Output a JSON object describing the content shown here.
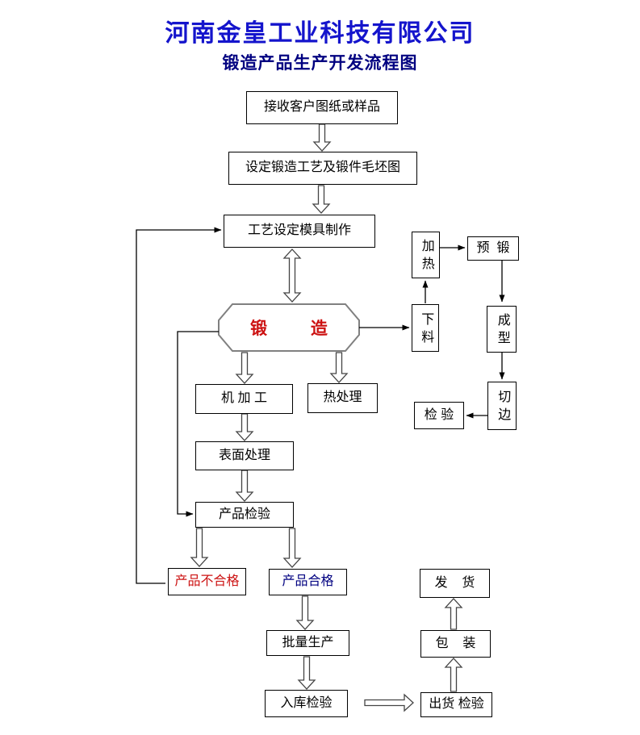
{
  "page": {
    "title": "河南金皇工业科技有限公司",
    "subtitle": "锻造产品生产开发流程图",
    "title_color": "#1414CC",
    "subtitle_color": "#000080",
    "accent_red": "#CC1111",
    "accent_navy": "#000080",
    "hexagon_border_color": "#808080"
  },
  "nodes": {
    "receive": {
      "label": "接收客户图纸或样品"
    },
    "set_process": {
      "label": "设定锻造工艺及锻件毛坯图"
    },
    "mold_making": {
      "label": "工艺设定模具制作"
    },
    "forging": {
      "label": "锻 造"
    },
    "heating": {
      "label": "加热"
    },
    "pre_forging": {
      "label": "预  锻"
    },
    "blanking": {
      "label": "下料"
    },
    "forming": {
      "label": "成型"
    },
    "trimming": {
      "label": "切边"
    },
    "inspection": {
      "label": "检 验"
    },
    "machining": {
      "label": "机 加 工"
    },
    "heat_treatment": {
      "label": "热处理"
    },
    "surface_treatment": {
      "label": "表面处理"
    },
    "product_inspection": {
      "label": "产品检验"
    },
    "unqualified": {
      "label": "产品不合格"
    },
    "qualified": {
      "label": "产品合格"
    },
    "shipping": {
      "label": "发    货"
    },
    "mass_production": {
      "label": "批量生产"
    },
    "packaging": {
      "label": "包    装"
    },
    "warehouse_inspection": {
      "label": "入库检验"
    },
    "outgoing_inspection": {
      "label": "出货 检验"
    }
  }
}
